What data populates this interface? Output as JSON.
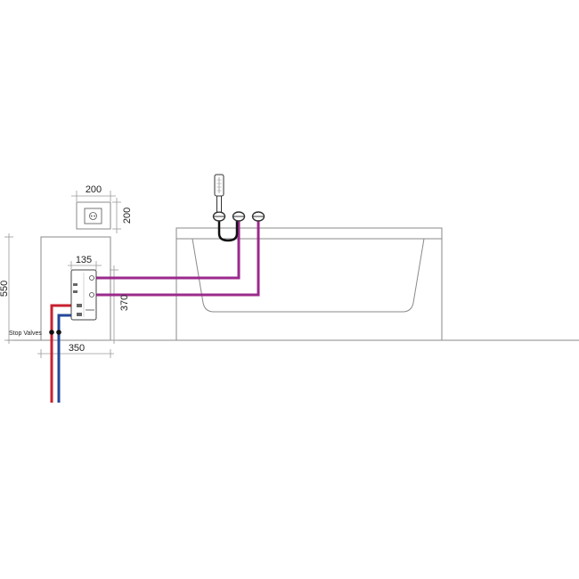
{
  "labels": {
    "socket_width": "200",
    "socket_height": "200",
    "valve_width": "135",
    "box_height": "550",
    "valve_height": "370",
    "box_width": "350",
    "stop_valves": "Stop Valves"
  },
  "colors": {
    "line": "#8a8a8a",
    "dim": "#9a9a9a",
    "hot_pipe": "#c8202e",
    "cold_pipe": "#23479b",
    "mixed_pipe": "#9b2a8c",
    "hose": "#111111"
  },
  "icons": {
    "socket": "power-socket-icon",
    "hand_shower": "hand-shower-icon",
    "valve": "thermostatic-valve-icon"
  }
}
